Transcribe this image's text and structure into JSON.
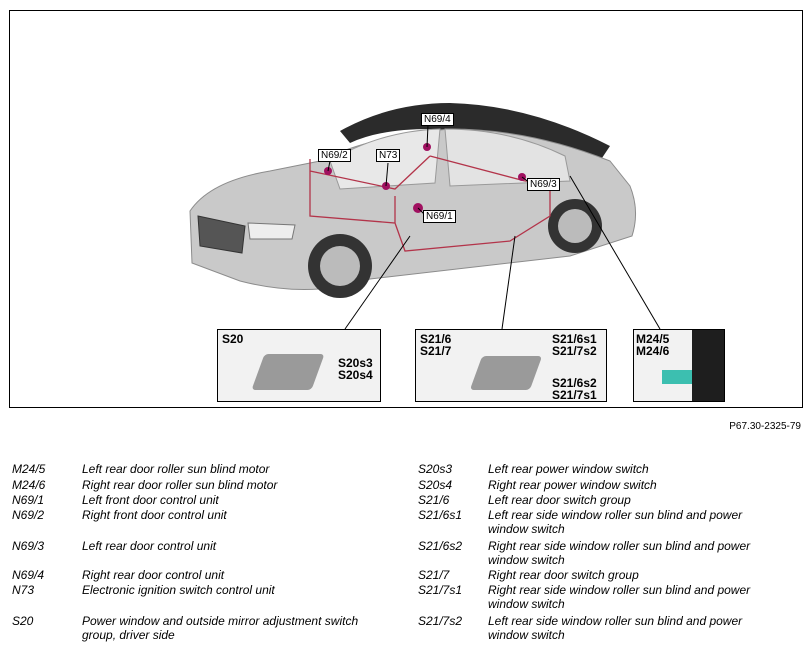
{
  "figure": {
    "id": "P67.30-2325-79",
    "callouts": {
      "n69_4": "N69/4",
      "n69_2": "N69/2",
      "n73": "N73",
      "n69_3": "N69/3",
      "n69_1": "N69/1"
    },
    "insets": {
      "left": {
        "s20": "S20",
        "s20s3": "S20s3",
        "s20s4": "S20s4"
      },
      "middle": {
        "s21_6": "S21/6",
        "s21_7": "S21/7",
        "s21_6s1": "S21/6s1",
        "s21_7s2": "S21/7s2",
        "s21_6s2": "S21/6s2",
        "s21_7s1": "S21/7s1"
      },
      "right": {
        "m24_5": "M24/5",
        "m24_6": "M24/6"
      }
    }
  },
  "legend": {
    "left": [
      {
        "code": "M24/5",
        "desc": "Left rear door roller sun blind motor"
      },
      {
        "code": "M24/6",
        "desc": "Right rear door roller sun blind motor"
      },
      {
        "code": "N69/1",
        "desc": "Left front door control unit"
      },
      {
        "code": "N69/2",
        "desc": "Right front door control unit"
      },
      {
        "code": "N69/3",
        "desc": "Left rear door control unit"
      },
      {
        "code": "N69/4",
        "desc": "Right rear door control unit"
      },
      {
        "code": "N73",
        "desc": "Electronic ignition switch control unit"
      },
      {
        "code": "S20",
        "desc": "Power window and outside mirror adjustment switch group, driver side"
      }
    ],
    "right": [
      {
        "code": "S20s3",
        "desc": "Left rear power window switch"
      },
      {
        "code": "S20s4",
        "desc": "Right rear power window switch"
      },
      {
        "code": "S21/6",
        "desc": "Left rear door switch group"
      },
      {
        "code": "S21/6s1",
        "desc": "Left rear side window roller sun blind and power window switch"
      },
      {
        "code": "S21/6s2",
        "desc": "Right rear side window roller sun blind and power window switch"
      },
      {
        "code": "S21/7",
        "desc": "Right rear door switch group"
      },
      {
        "code": "S21/7s1",
        "desc": "Right rear side window roller sun blind and power window switch"
      },
      {
        "code": "S21/7s2",
        "desc": "Left rear side window roller sun blind and power window switch"
      }
    ]
  }
}
